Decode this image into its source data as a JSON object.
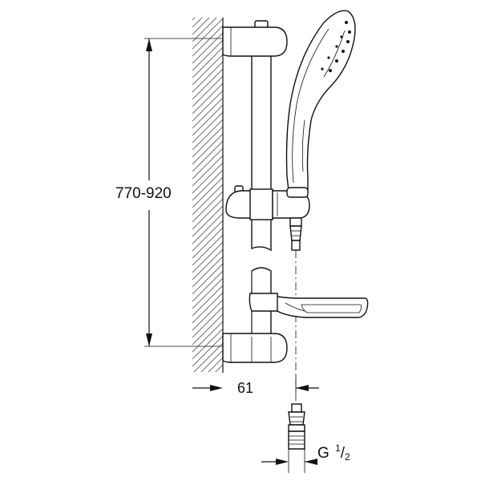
{
  "dimensions": {
    "height_range": "770-920",
    "wall_offset": "61",
    "thread": {
      "letter": "G",
      "numerator": "1",
      "slash": "/",
      "denominator": "2"
    }
  },
  "colors": {
    "line": "#111111",
    "background": "#ffffff"
  }
}
